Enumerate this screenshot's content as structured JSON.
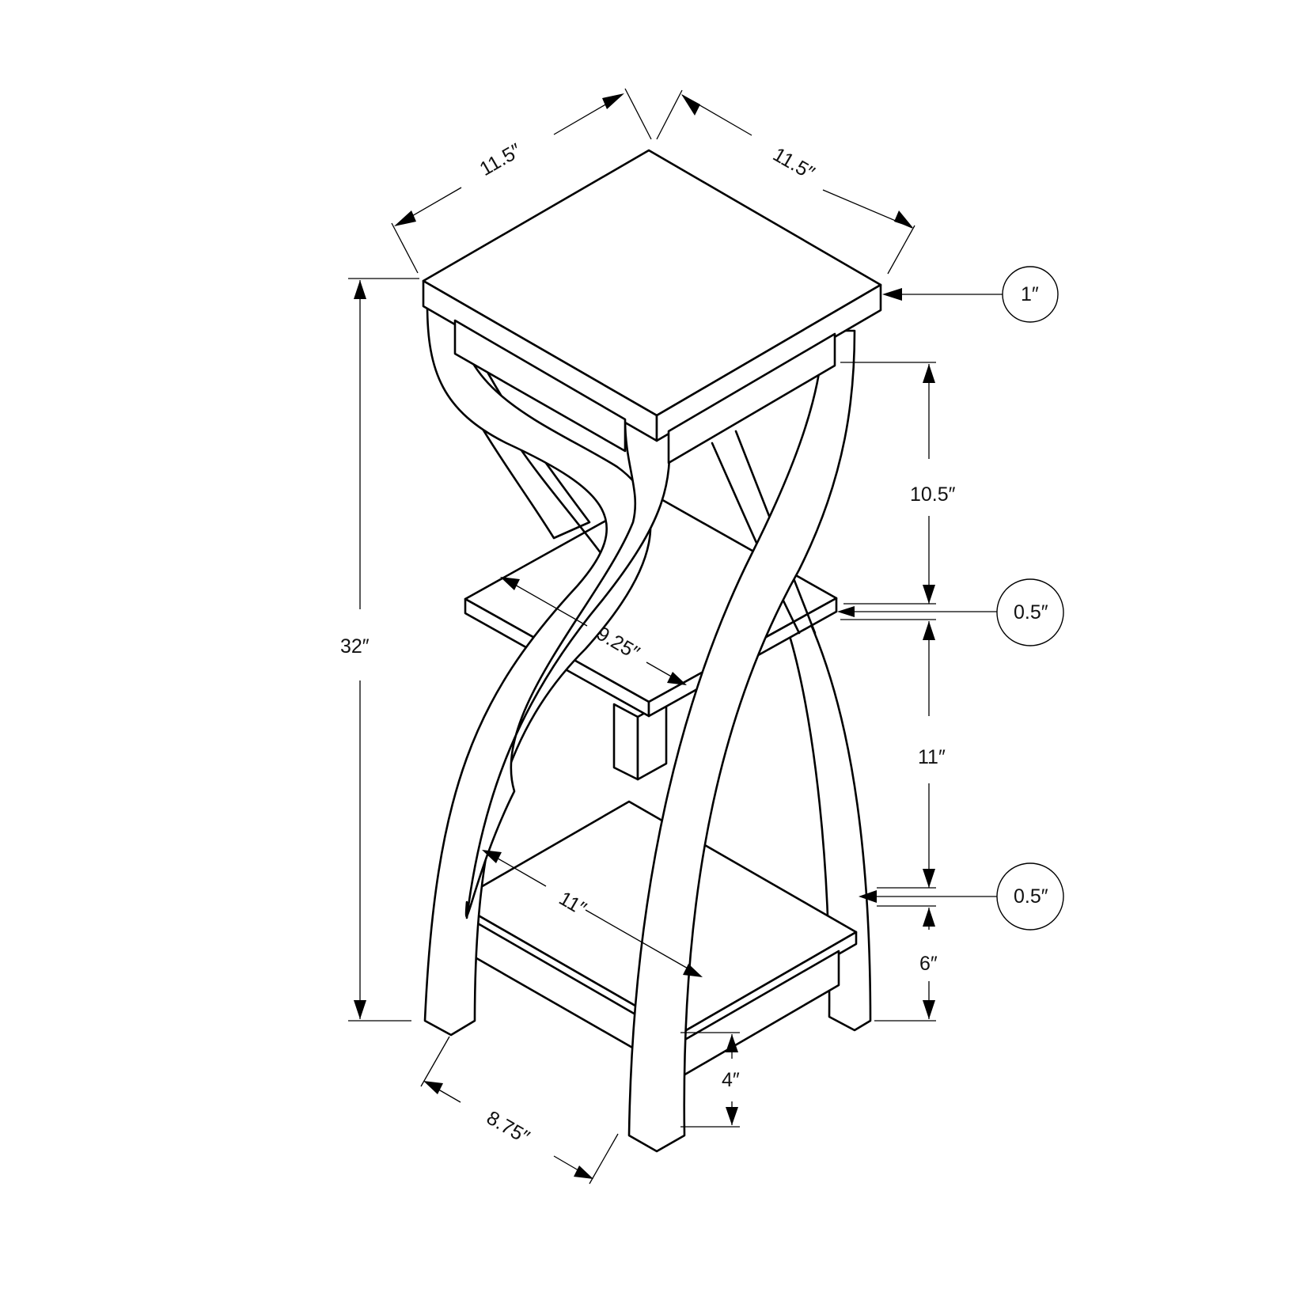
{
  "diagram": {
    "subject": "Plant stand / accent table dimension drawing",
    "stroke_color": "#000000",
    "background_color": "#ffffff",
    "dimensions": {
      "top_depth_left": "11.5″",
      "top_width_right": "11.5″",
      "overall_height": "32″",
      "top_thickness": "1″",
      "top_to_middle_shelf": "10.5″",
      "middle_shelf_thickness": "0.5″",
      "middle_to_bottom_shelf": "11″",
      "bottom_shelf_thickness": "0.5″",
      "bottom_shelf_to_floor": "6″",
      "apron_to_floor": "4″",
      "middle_shelf_depth": "9.25″",
      "bottom_shelf_depth": "11″",
      "base_footprint": "8.75″"
    }
  }
}
